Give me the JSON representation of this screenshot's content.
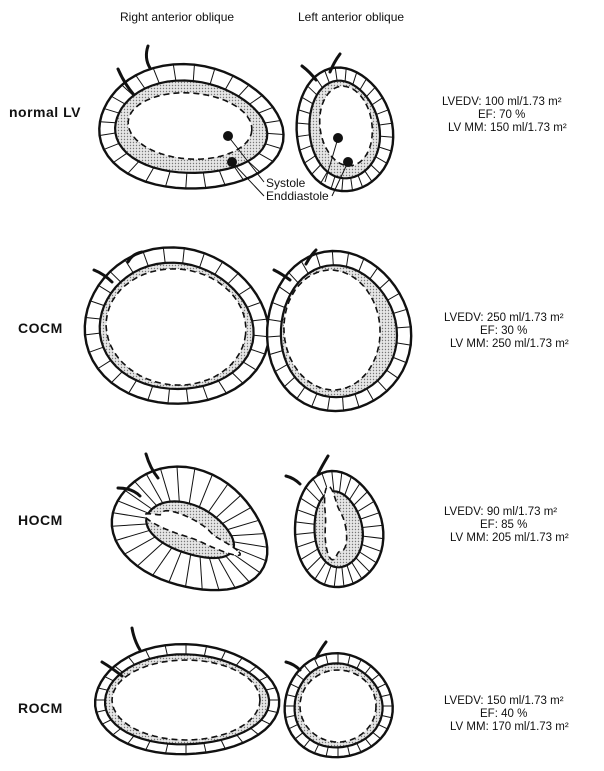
{
  "columns": {
    "left": "Right anterior oblique",
    "right": "Left anterior oblique"
  },
  "annotations": {
    "systole": "Systole",
    "enddiastole": "Enddiastole"
  },
  "rows": [
    {
      "label": "normal LV",
      "lvedv": "LVEDV: 100 ml/1.73 m²",
      "ef": "EF:  70 %",
      "lvmm": "LV MM: 150 ml/1.73 m²"
    },
    {
      "label": "COCM",
      "lvedv": "LVEDV: 250 ml/1.73 m²",
      "ef": "EF:  30 %",
      "lvmm": "LV MM: 250 ml/1.73 m²"
    },
    {
      "label": "HOCM",
      "lvedv": "LVEDV:  90 ml/1.73 m²",
      "ef": "EF:  85 %",
      "lvmm": "LV MM: 205 ml/1.73 m²"
    },
    {
      "label": "ROCM",
      "lvedv": "LVEDV: 150 ml/1.73 m²",
      "ef": "EF:  40 %",
      "lvmm": "LV MM: 170 ml/1.73 m²"
    }
  ],
  "colors": {
    "stroke": "#111111",
    "stipple": "#c8c8c8",
    "paper": "#ffffff"
  }
}
